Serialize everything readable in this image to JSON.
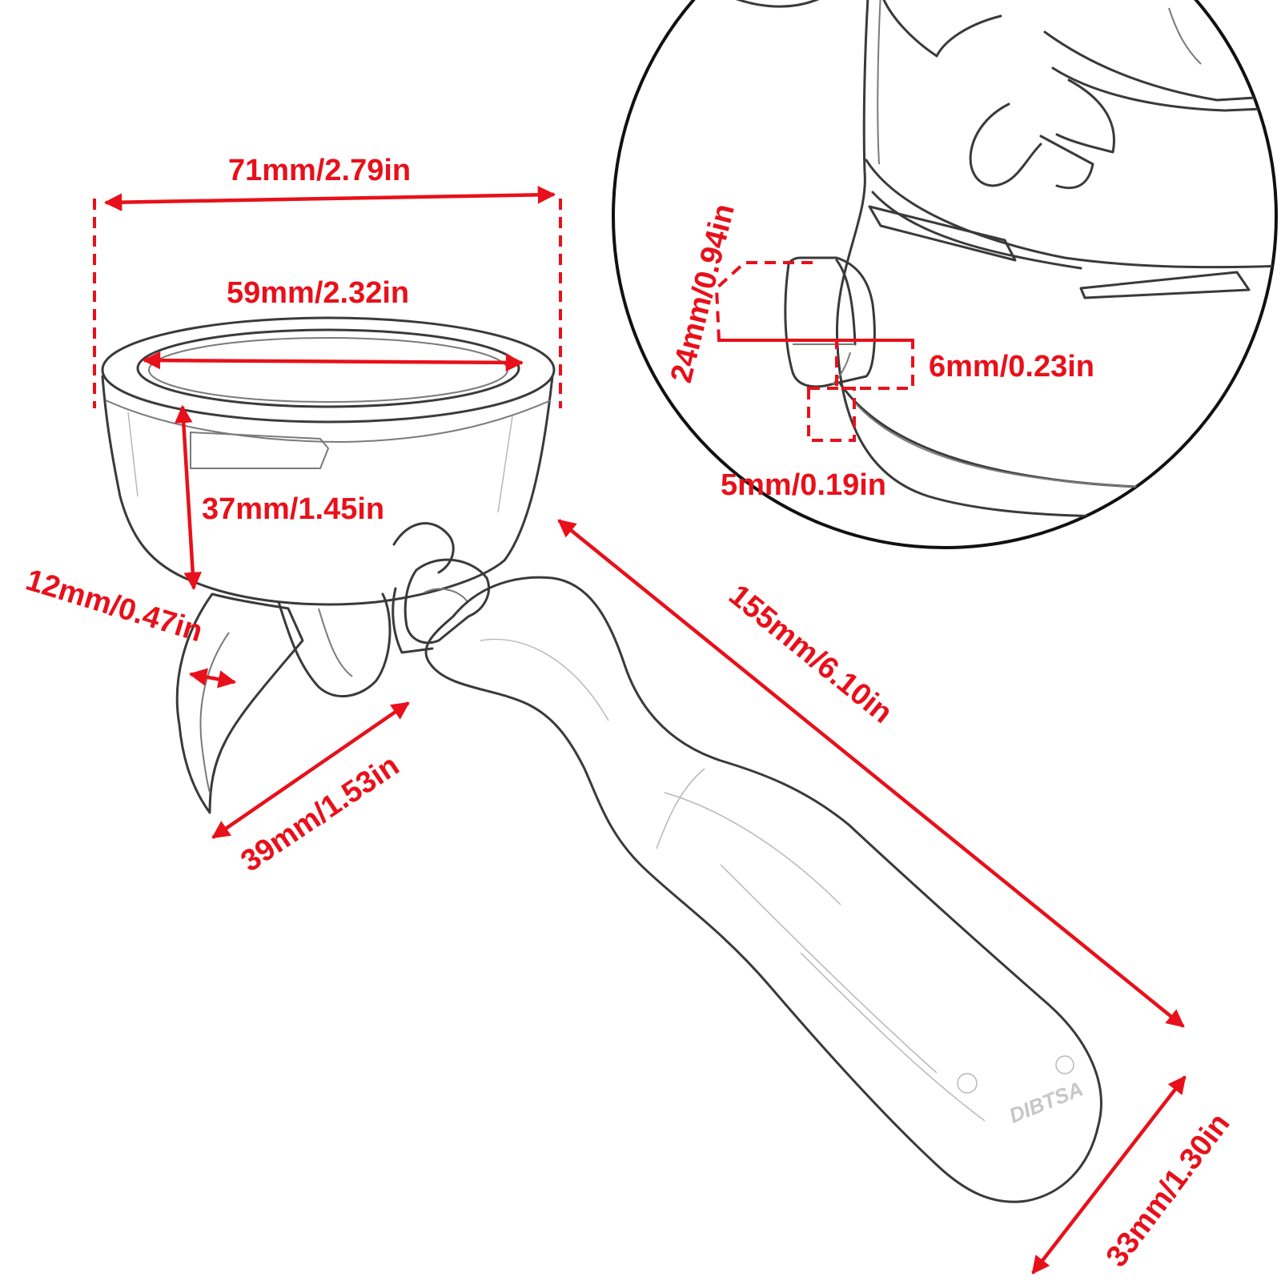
{
  "colors": {
    "dimension": "#e8101a",
    "outline": "#3a3a3a",
    "background": "#ffffff"
  },
  "brand": {
    "logo_text": "DIBTSA"
  },
  "dimensions": {
    "outer_diameter": "71mm/2.79in",
    "inner_diameter": "59mm/2.32in",
    "basket_depth": "37mm/1.45in",
    "spout_width": "12mm/0.47in",
    "spout_length": "39mm/1.53in",
    "handle_length": "155mm/6.10in",
    "handle_width": "33mm/1.30in",
    "ear_height": "24mm/0.94in",
    "ear_depth": "6mm/0.23in",
    "ear_width": "5mm/0.19in"
  }
}
